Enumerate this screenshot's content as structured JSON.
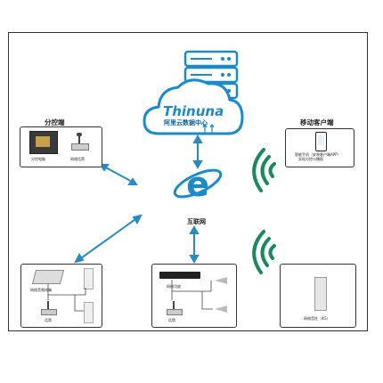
{
  "cloud": {
    "brand": "Thinuna",
    "subtitle": "阿里云数据中心"
  },
  "internet": {
    "label": "互联网"
  },
  "branch_control": {
    "title": "分控端",
    "device1": "分控电脑",
    "device2": "网络话筒"
  },
  "mobile": {
    "title": "移动客户端",
    "caption_line1": "智能手机（安装客户端APP）",
    "caption_line2": "实现分控与播报"
  },
  "node_left": {
    "device_top": "网络音频终端",
    "device_bottom": "话筒"
  },
  "node_mid": {
    "device_top": "网络功放",
    "device_bottom": "话筒"
  },
  "node_right": {
    "device": "网络音柱（4G）"
  },
  "colors": {
    "blue": "#1c8ac8",
    "dark_blue": "#0b5f95",
    "arrow": "#2b8bbf",
    "wifi": "#1a8a5c"
  }
}
